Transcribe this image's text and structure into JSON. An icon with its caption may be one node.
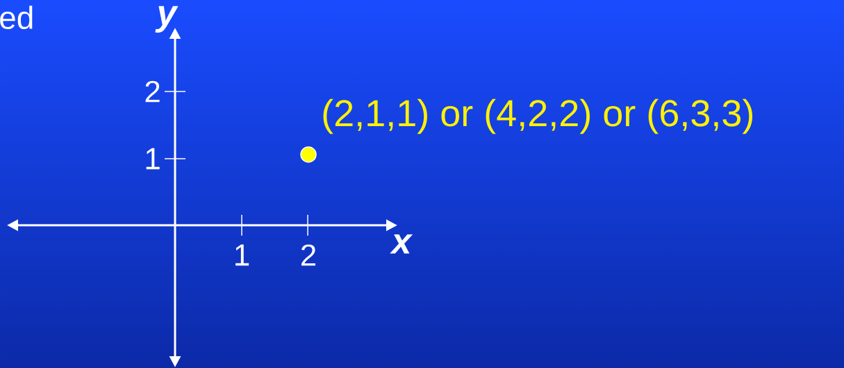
{
  "diagram": {
    "labels": [
      "ed",
      "y",
      "2",
      "(2,1,1)  or (4,2,2) or (6,3,3)",
      "1",
      "1",
      "2",
      "x"
    ]
  }
}
